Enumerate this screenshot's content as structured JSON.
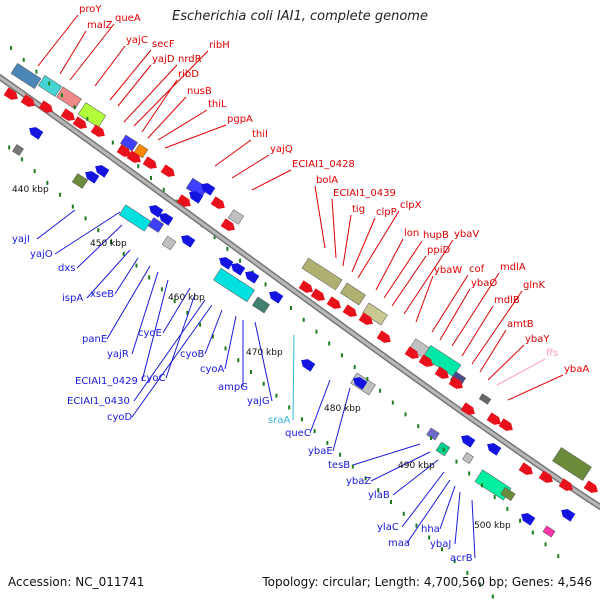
{
  "title": "Escherichia coli IAI1, complete genome",
  "footer": {
    "accession": "Accession: NC_011741",
    "summary": "Topology: circular; Length: 4,700,560 bp; Genes: 4,546"
  },
  "colors": {
    "forward_label": "#dd0000",
    "reverse_label": "#1a1adc",
    "rna_label": "#33b8d8",
    "faded_label": "#ff9fbf",
    "backbone": "#999999",
    "forward_arrow": "#e8101a",
    "reverse_arrow": "#1414e0"
  },
  "ticks": [
    "440 kbp",
    "450 kbp",
    "460 kbp",
    "470 kbp",
    "480 kbp",
    "490 kbp",
    "500 kbp"
  ],
  "forward_genes": [
    "proY",
    "malZ",
    "queA",
    "yajC",
    "secF",
    "yajD",
    "nrdR",
    "ribH",
    "ribD",
    "nusB",
    "thiL",
    "pgpA",
    "thiI",
    "yajQ",
    "ECIAI1_0428",
    "bolA",
    "ECIAI1_0439",
    "tig",
    "clpP",
    "clpX",
    "lon",
    "hupB",
    "ppiD",
    "ybaV",
    "ybaW",
    "cof",
    "ybaO",
    "mdlA",
    "mdlB",
    "glnK",
    "amtB",
    "ybaY",
    "ffs",
    "ybaA"
  ],
  "reverse_genes": [
    "yajI",
    "yajO",
    "dxs",
    "ispA",
    "xseB",
    "panE",
    "yajR",
    "ECIAI1_0429",
    "cyoE",
    "cyoC",
    "ECIAI1_0430",
    "cyoD",
    "cyoB",
    "cyoA",
    "ampG",
    "yajG",
    "sraA",
    "queC",
    "ybaE",
    "tesB",
    "ybaZ",
    "ylaB",
    "ylaC",
    "maa",
    "hha",
    "ybaJ",
    "acrB"
  ],
  "rna_genes": [
    "sraA",
    "ffs"
  ]
}
